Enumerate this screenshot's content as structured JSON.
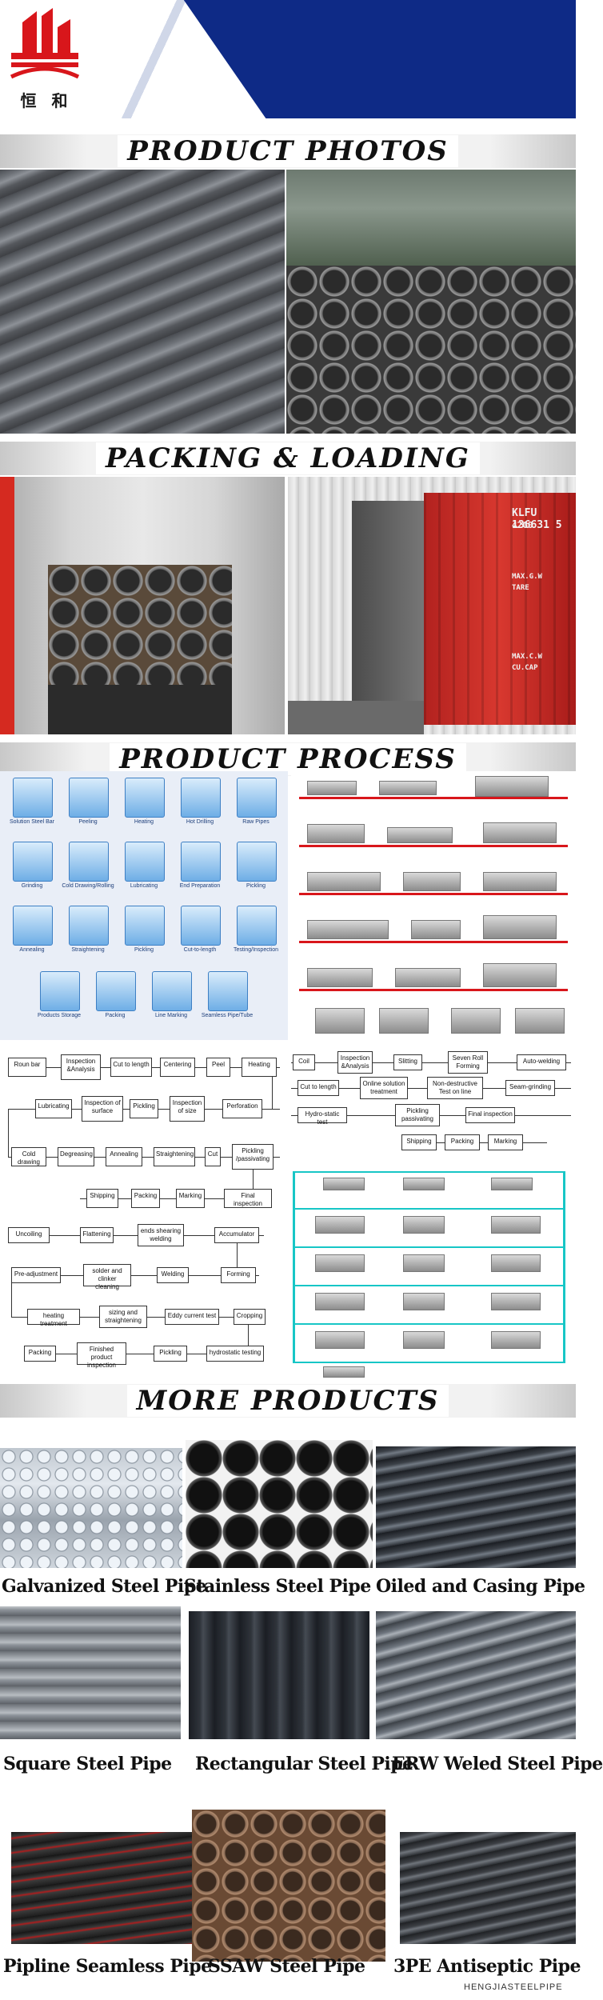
{
  "header": {
    "logo_text": "恒 和",
    "colors": {
      "navy": "#0e2a86",
      "red": "#d8161b"
    },
    "logo_icon": "building-logo-icon"
  },
  "sections": {
    "product_photos": "PRODUCT PHOTOS",
    "packing_loading": "PACKING & LOADING",
    "product_process": "PRODUCT PROCESS",
    "more_products": "MORE PRODUCTS"
  },
  "container_marks": {
    "id": "KLFU 136631 5",
    "type": "42G0",
    "line1": "MAX.G.W",
    "line2": "TARE",
    "line3": "MAX.C.W",
    "line4": "CU.CAP"
  },
  "process_icons": {
    "row1": [
      "Solution Steel Bar",
      "Peeling",
      "Heating",
      "Hot Drilling",
      "Raw Pipes"
    ],
    "row2": [
      "Grinding",
      "Cold Drawing/Rolling",
      "Lubricating",
      "End Preparation",
      "Pickling"
    ],
    "row3": [
      "Annealing",
      "Straightening",
      "Pickling",
      "Cut-to-length",
      "Testing/Inspection"
    ],
    "row4": [
      "Products Storage",
      "Packing",
      "Line Marking",
      "Seamless Pipe/Tube"
    ]
  },
  "seamless_flow": {
    "r1": [
      "Roun bar",
      "Inspection &Analysis",
      "Cut to length",
      "Centering",
      "Peel",
      "Heating"
    ],
    "r2": [
      "Lubricating",
      "Inspection of surface",
      "Pickling",
      "Inspection of size",
      "Perforation"
    ],
    "r3": [
      "Cold drawing",
      "Degreasing",
      "Annealing",
      "Straightening",
      "Cut",
      "Pickling /passivating"
    ],
    "r4": [
      "Shipping",
      "Packing",
      "Marking",
      "Final inspection"
    ]
  },
  "welded_flow": {
    "r1": [
      "Coil",
      "Inspection &Analysis",
      "Slitting",
      "Seven Roll Forming",
      "Auto-welding"
    ],
    "r2": [
      "Cut to length",
      "Online solution treatment",
      "Non-destructive Test on line",
      "Seam-grinding"
    ],
    "r3": [
      "Hydro-static test",
      "Pickling passivating",
      "Final inspection"
    ],
    "r4": [
      "Shipping",
      "Packing",
      "Marking"
    ]
  },
  "erw_flow": {
    "r1": [
      "Uncoiling",
      "Flattening",
      "ends shearing welding",
      "Accumulator"
    ],
    "r2": [
      "Pre-adjustment",
      "solder and clinker cleaning",
      "Welding",
      "Forming"
    ],
    "r3": [
      "heating treatment",
      "sizing and straightening",
      "Eddy current test",
      "Cropping"
    ],
    "r4": [
      "Packing",
      "Finished product inspection",
      "Pickling",
      "hydrostatic testing"
    ]
  },
  "products": [
    "Galvanized Steel Pipe",
    "Stainless Steel Pipe",
    "Oiled and Casing Pipe",
    "Square Steel Pipe",
    "Rectangular Steel Pipe",
    "ERW Weled Steel Pipe",
    "Pipline Seamless Pipe",
    "SSAW Steel Pipe",
    "3PE Antiseptic Pipe"
  ],
  "watermark": "HENGJIASTEELPIPE"
}
